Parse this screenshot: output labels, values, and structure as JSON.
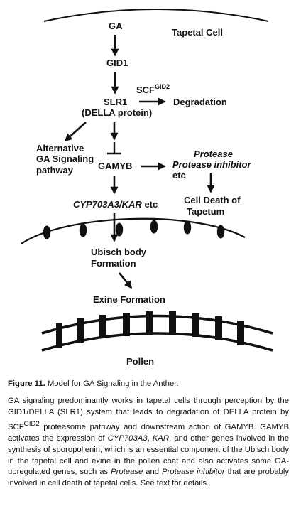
{
  "diagram": {
    "cell_label": "Tapetal Cell",
    "ga": "GA",
    "gid1": "GID1",
    "scf_base": "SCF",
    "scf_sup": "GID2",
    "degradation": "Degradation",
    "slr1": "SLR1",
    "della": "(DELLA protein)",
    "alt_line1": "Alternative",
    "alt_line2": "GA Signaling",
    "alt_line3": "pathway",
    "gamyb": "GAMYB",
    "protease": "Protease",
    "protease_inhibitor": "Protease inhibitor",
    "etc": "etc",
    "cell_death_line1": "Cell Death of",
    "cell_death_line2": "Tapetum",
    "cyp_genes": "CYP703A3/KAR",
    "cyp_etc": " etc",
    "ubisch_line1": "Ubisch body",
    "ubisch_line2": "Formation",
    "exine": "Exine Formation",
    "pollen": "Pollen"
  },
  "caption": {
    "figure_label": "Figure 11.",
    "figure_title": " Model for GA Signaling in the Anther.",
    "s1": "GA signaling predominantly works in tapetal cells through perception by the GID1/DELLA (SLR1) system that leads to degradation of DELLA protein by SCF",
    "s1_sup": "GID2",
    "s2": " proteasome pathway and downstream action of GAMYB. GAMYB activates the expression of ",
    "s2_it": "CYP703A3",
    "s3": ", ",
    "s3_it": "KAR",
    "s4": ", and other genes involved in the synthesis of sporopollenin, which is an essential component of the Ubisch body in the tapetal cell and exine in the pollen coat and also activates some GA-upregulated genes, such as ",
    "s4_it": "Protease",
    "s5": " and ",
    "s5_it": "Protease inhibitor",
    "s6": " that are probably involved in cell death of tapetal cells. See text for details."
  }
}
